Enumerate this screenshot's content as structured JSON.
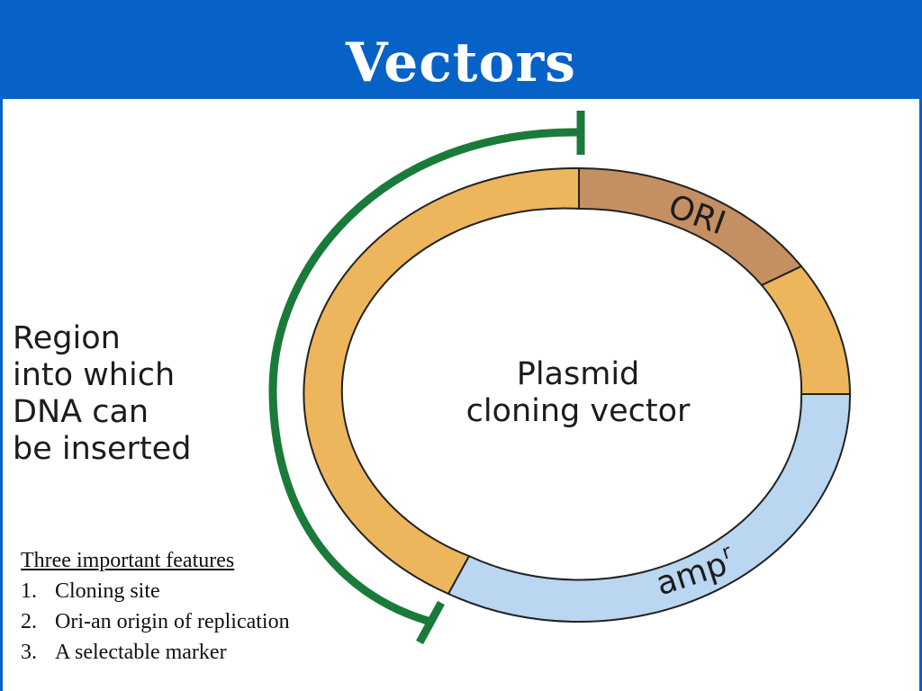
{
  "title": "Vectors",
  "colors": {
    "header": "#0762c8",
    "insert_region": "#edb65c",
    "ori_segment": "#c48f62",
    "amp_segment": "#bad6f1",
    "bracket": "#1a7a3a"
  },
  "diagram": {
    "center_label_line1": "Plasmid",
    "center_label_line2": "cloning vector",
    "ori_label": "ORI",
    "amp_label": "amp",
    "amp_superscript": "r",
    "region_label_lines": [
      "Region",
      "into which",
      "DNA can",
      "be inserted"
    ]
  },
  "features": {
    "heading": "Three important features",
    "items": [
      {
        "number": "1.",
        "text": "Cloning site"
      },
      {
        "number": "2.",
        "text": "Ori-an origin of replication"
      },
      {
        "number": "3.",
        "text": "A selectable marker"
      }
    ]
  }
}
